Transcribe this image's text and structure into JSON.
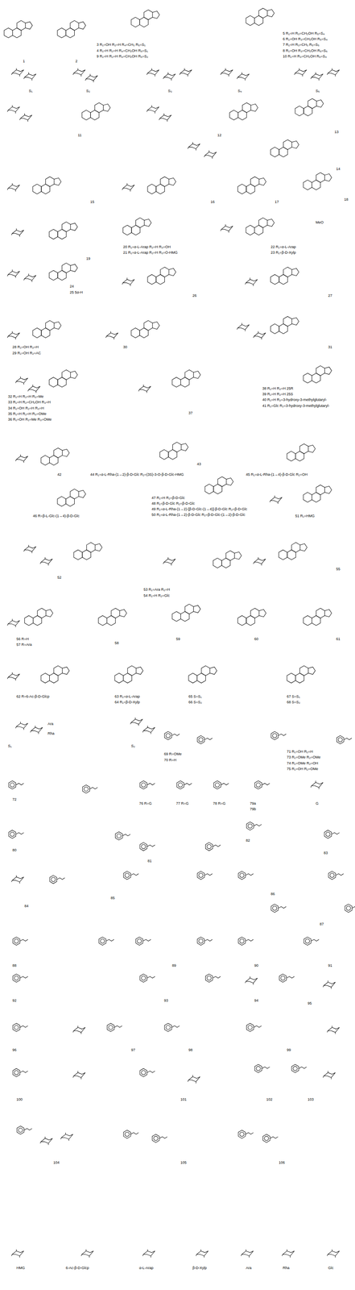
{
  "diagram": {
    "labels": [
      "1",
      "2",
      "3 R₁=OH R₂=H R₄=CH₃ R₅=S₁",
      "4 R₁=H R₂=H R₄=CH₂OH R₅=S₁",
      "9 R₁=H R₂=H R₄=CH₂OH R₅=S₂",
      "5 R₁=H R₃=CH₂OH R₅=S₄",
      "6 R₁=OH R₃=CH₂OH R₅=S₄",
      "7 R₁=H R₃=CH₃ R₅=S₅",
      "8 R₁=OH R₃=CH₂OH R₅=S₅",
      "10 R₁=H R₃=CH₂OH R₅=S₄",
      "S₁",
      "S₂",
      "S₃",
      "S₄",
      "S₅",
      "11",
      "12",
      "13",
      "14",
      "15",
      "16",
      "17",
      "18",
      "19",
      "20 R₁=α-L-Arap R₂=H R₃=OH",
      "21 R₁=α-L-Arap R₂=H R₃=O-HMG",
      "22 R₁=α-L-Arap",
      "23 R₁=β-D-Xylp",
      "MeO",
      "24",
      "25 5α-H",
      "26",
      "27",
      "28 R₁=OH R₂=H",
      "29 R₁=OH R₂=AC",
      "30",
      "31",
      "32 R₁=H R₂=H R₃=Me",
      "33 R₁=H R₂=CH₂OH R₃=H",
      "34 R₁=OH R₂=H R₃=H",
      "35 R₁=H R₂=H R₃=OMe",
      "36 R₁=OH R₂=Me R₃=OMe",
      "37",
      "38 R₁=H R₂=H 25R",
      "39 R₁=H R₂=H 25S",
      "40 R₁=H R₂=3-hydroxy-3-methylglutaryl-",
      "41 R₁=Glc R₂=3-hydroxy-3-methylglutaryl-",
      "42",
      "43",
      "44 R₁=α-L-Rha-(1→2)-β-D-Glc R₂=(3S)-3-O-β-D-Glc-HMG",
      "45 R₁=α-L-Rha-(1→4)-β-D-Glc R₂=OH",
      "46 R=β-L-Glc-(1→4)-β-D-Glc",
      "47 R₁=H R₂=β-D-Glc",
      "48 R₁=β-D-Glc R₂=β-D-Glc",
      "49 R₁=α-L-Rha-(1→2)-[β-D-Glc-(1→4)]-β-D-Glc R₂=β-D-Glc",
      "50 R₁=α-L-Rha-(1→2)-β-D-Glc R₂=β-D-Glc-(1→2)-β-D-Glc",
      "51 R₁=HMG",
      "52",
      "53 R₁=Ara R₂=H",
      "54 R₁=H R₂=Glc",
      "55",
      "56 R=H",
      "57 R=Ara",
      "58",
      "59",
      "60",
      "61",
      "62 R=6-Ac-β-D-Glcp",
      "63 R₁=α-L-Arap",
      "64 R₁=β-D-Xylp",
      "65 S=S₁",
      "66 S=S₂",
      "67 S=S₁",
      "68 S=S₂",
      "S₁",
      "Ara",
      "Rha",
      "S₂",
      "69 R=OMe",
      "70 R=H",
      "71 R₁=OH R₂=H",
      "73 R₁=OMe R₂=OMe",
      "74 R₁=OMe R₂=OH",
      "75 R₁=OH R₂=OMe",
      "72",
      "76 R=G",
      "77 R=G",
      "78 R=G",
      "79a",
      "79b",
      "G",
      "80",
      "81",
      "82",
      "83",
      "84",
      "85",
      "86",
      "87",
      "88",
      "89",
      "90",
      "91",
      "92",
      "93",
      "94",
      "95",
      "96",
      "97",
      "98",
      "99",
      "100",
      "101",
      "102",
      "103",
      "104",
      "105",
      "106",
      "HMG",
      "6-Ac-β-D-Glcp",
      "α-L-Arap",
      "β-D-Xylp",
      "Ara",
      "Rha",
      "Glc"
    ]
  }
}
